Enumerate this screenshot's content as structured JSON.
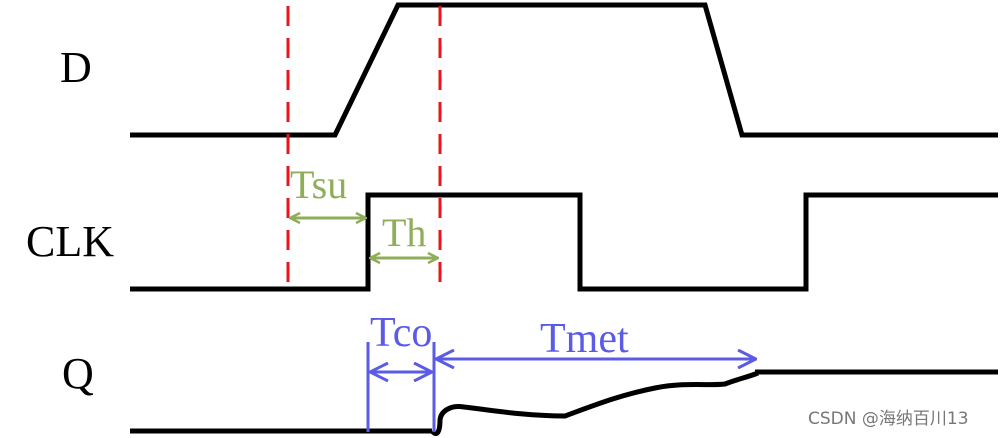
{
  "signals": {
    "d_label": "D",
    "clk_label": "CLK",
    "q_label": "Q"
  },
  "timing": {
    "setup_label": "Tsu",
    "hold_label": "Th",
    "clock_to_output_label": "Tco",
    "metastability_label": "Tmet"
  },
  "watermark": "CSDN @海纳百川13",
  "colors": {
    "waveform": "#000000",
    "marker_line": "#e8141b",
    "setup_hold": "#8fad5a",
    "output_timing": "#5b5be6",
    "watermark": "#777777"
  }
}
